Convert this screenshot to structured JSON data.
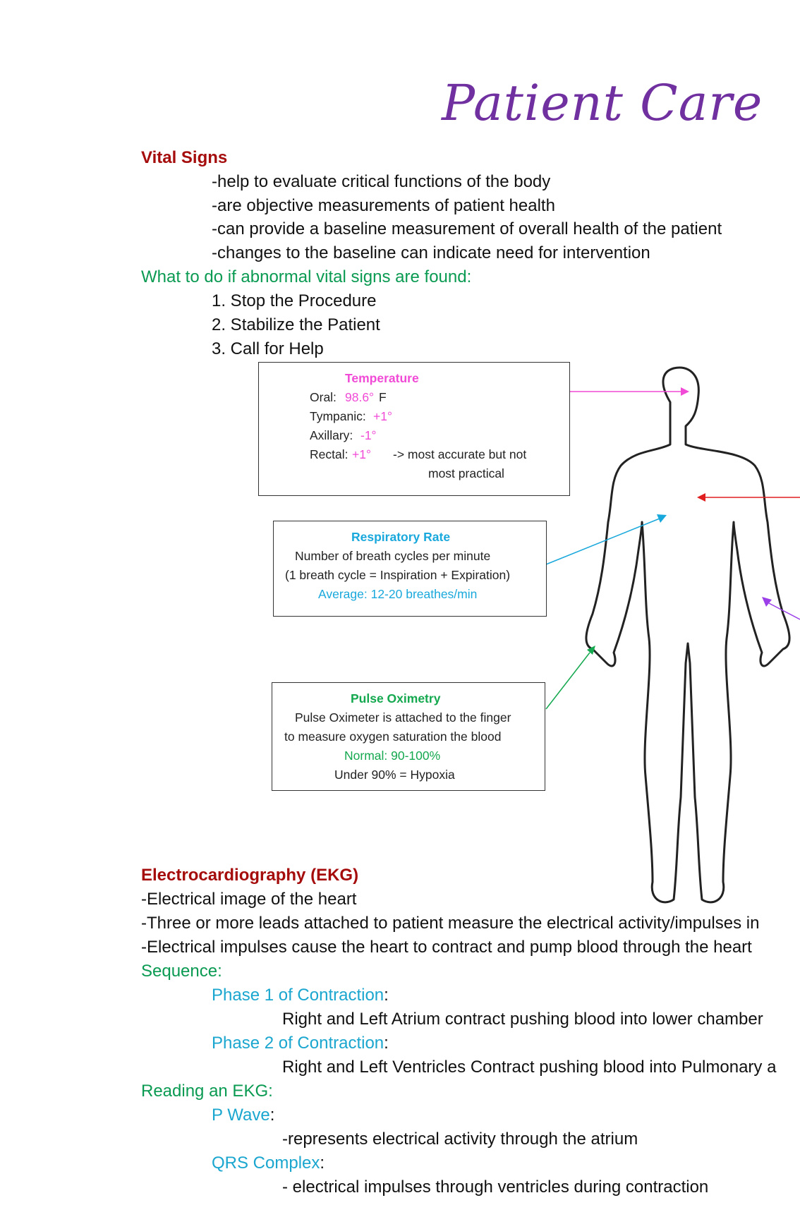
{
  "title": "Patient Care",
  "vital_signs": {
    "heading": "Vital Signs",
    "bullets": [
      "-help to evaluate critical functions of the body",
      "-are objective measurements of patient health",
      "-can provide a baseline measurement of overall health of the patient",
      "-changes to the baseline can indicate need for intervention"
    ],
    "abnormal_heading": "What to do if abnormal vital signs are found:",
    "steps": [
      "1. Stop the Procedure",
      "2. Stabilize the Patient",
      "3. Call for Help"
    ]
  },
  "temperature": {
    "title": "Temperature",
    "oral_label": "Oral:",
    "oral_value": "98.6°",
    "oral_unit": "F",
    "tympanic_label": "Tympanic:",
    "tympanic_value": "+1°",
    "axillary_label": "Axillary:",
    "axillary_value": "-1°",
    "rectal_label": "Rectal:",
    "rectal_value": "+1°",
    "rectal_note_1": "-> most accurate but not",
    "rectal_note_2": "most practical"
  },
  "respiratory": {
    "title": "Respiratory Rate",
    "line1": "Number of breath cycles per minute",
    "line2": "(1 breath cycle = Inspiration + Expiration)",
    "average": "Average: 12-20 breathes/min"
  },
  "pulse_ox": {
    "title": "Pulse Oximetry",
    "line1": "Pulse Oximeter is attached to the finger",
    "line2": "to measure oxygen saturation the blood",
    "normal": "Normal: 90-100%",
    "hypoxia": "Under 90% = Hypoxia"
  },
  "ekg": {
    "heading": "Electrocardiography (EKG)",
    "bullets": [
      "-Electrical image of the heart",
      "-Three or more leads attached to patient measure the electrical activity/impulses in",
      "-Electrical impulses cause the heart to contract and pump blood through the heart"
    ],
    "sequence_heading": "Sequence:",
    "phase1_label": "Phase 1 of Contraction",
    "phase1_text": "Right and Left Atrium contract pushing blood into lower chamber",
    "phase2_label": "Phase 2 of Contraction",
    "phase2_text": "Right and Left Ventricles Contract pushing blood into Pulmonary a",
    "reading_heading": "Reading an EKG:",
    "pwave_label": "P Wave",
    "pwave_text": "-represents electrical activity through the atrium",
    "qrs_label": "QRS Complex",
    "qrs_text": "- electrical impulses through ventricles during contraction"
  },
  "colors": {
    "title": "#7030a0",
    "heading": "#a50d0d",
    "green": "#0a9a52",
    "cyan": "#1aa6cf",
    "pink": "#f04ad6",
    "red": "#e02020",
    "purple": "#9b40e8"
  }
}
